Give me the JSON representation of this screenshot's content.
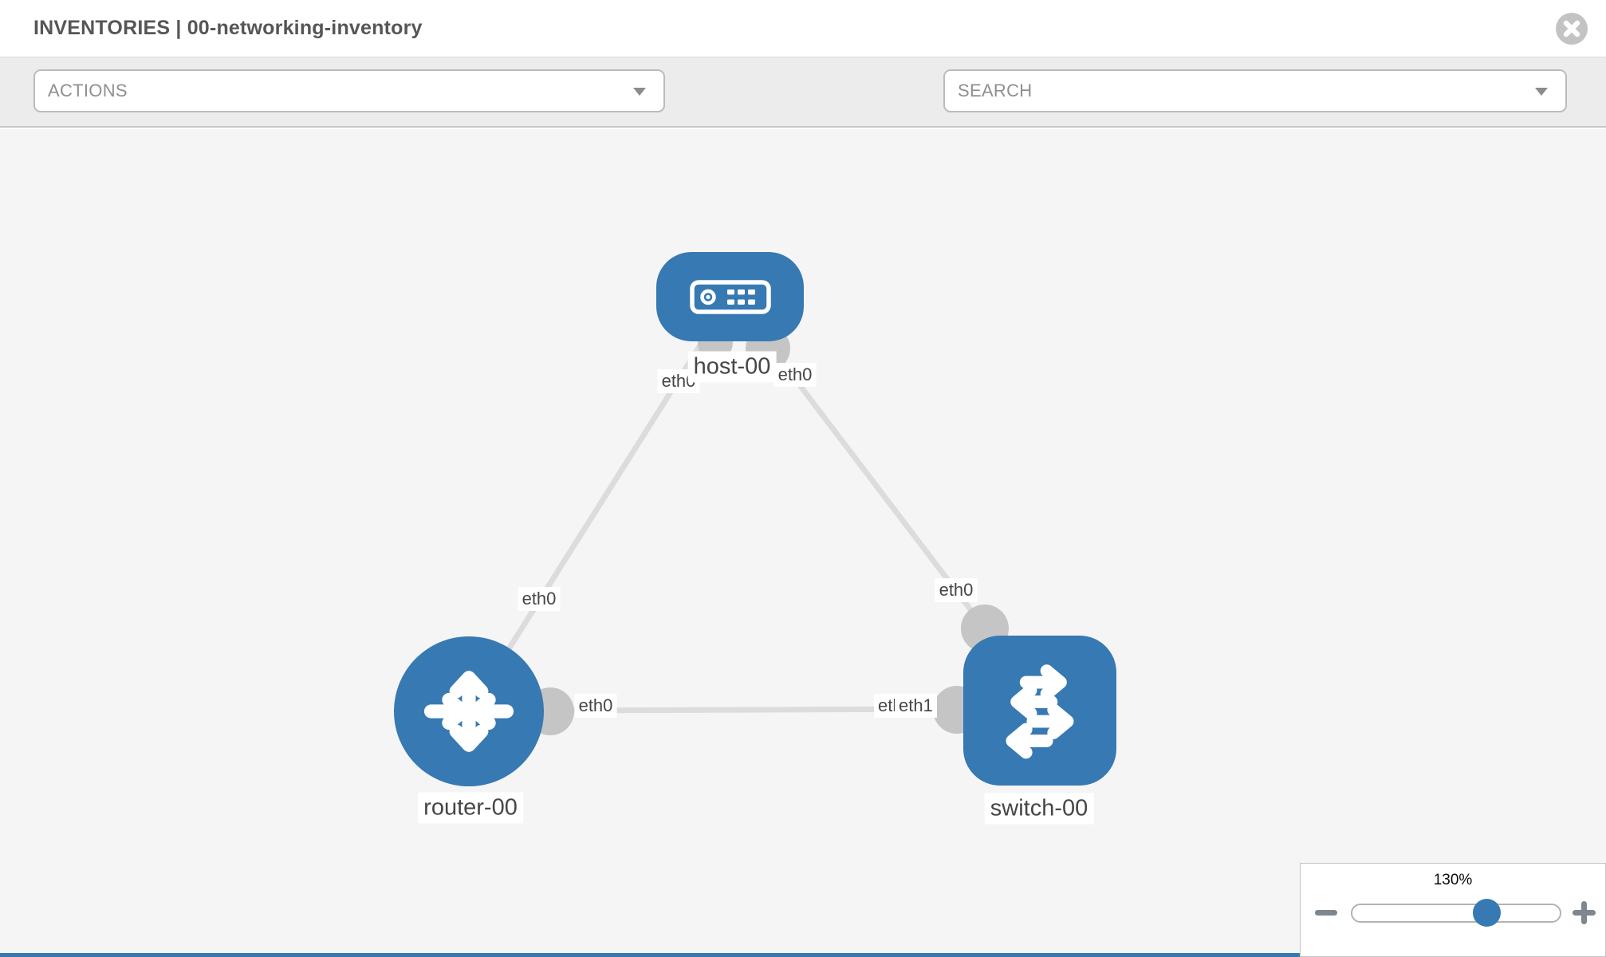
{
  "header": {
    "title": "INVENTORIES | 00-networking-inventory",
    "close_icon": "times-circle"
  },
  "toolbar": {
    "actions": {
      "placeholder": "ACTIONS",
      "caret_icon": "caret-down"
    },
    "search": {
      "placeholder": "SEARCH",
      "caret_icon": "caret-down"
    },
    "tools": [
      "wrench-icon",
      "key-icon"
    ]
  },
  "topology": {
    "nodes": [
      {
        "label": "host-00",
        "type": "host"
      },
      {
        "label": "router-00",
        "type": "router"
      },
      {
        "label": "switch-00",
        "type": "switch"
      }
    ],
    "links": [
      {
        "from": "host-00",
        "to": "router-00",
        "from_iface": "eth0",
        "to_iface": "eth0"
      },
      {
        "from": "host-00",
        "to": "switch-00",
        "from_iface": "eth0",
        "to_iface": "eth0"
      },
      {
        "from": "router-00",
        "to": "switch-00",
        "from_iface": "eth0",
        "to_iface": "eth1",
        "occluded_iface": "eth0"
      }
    ]
  },
  "zoom": {
    "level": "130%",
    "minus_icon": "minus",
    "plus_icon": "plus"
  },
  "colors": {
    "node_blue": "#3779b2",
    "link_gray": "#dcdcdc",
    "connector_gray": "#c5c5c5",
    "canvas_bg": "#f5f5f6"
  }
}
